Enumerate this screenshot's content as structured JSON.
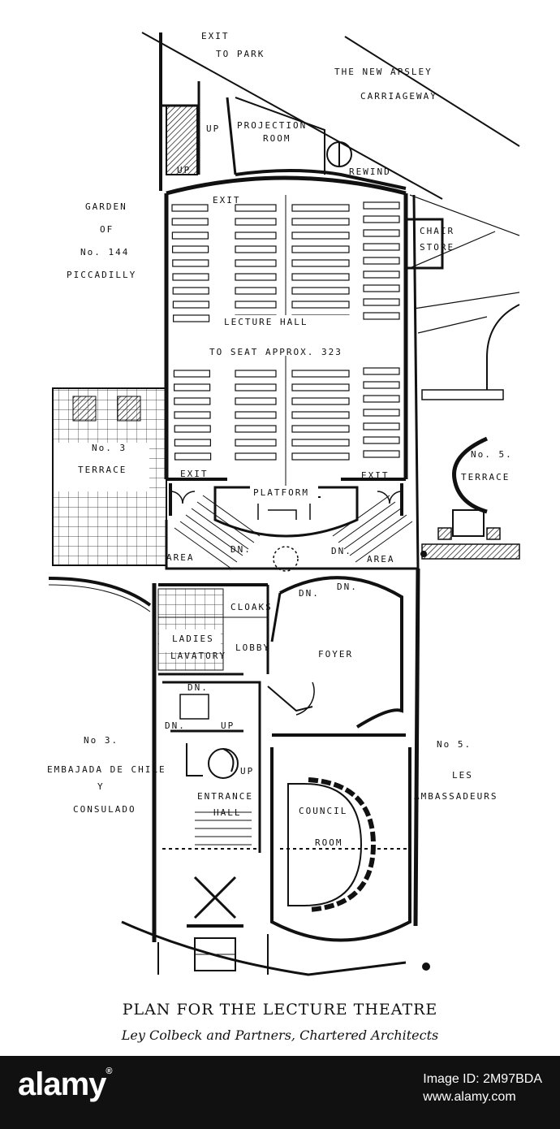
{
  "labels": {
    "exit_to_park_1": "EXIT",
    "exit_to_park_2": "TO PARK",
    "apsley_1": "THE NEW APSLEY",
    "apsley_2": "CARRIAGEWAY",
    "projection_1": "PROJECTION",
    "projection_2": "ROOM",
    "rewind": "REWIND",
    "up_top": "UP",
    "up_stair": "UP",
    "exit_top": "EXIT",
    "garden_1": "GARDEN",
    "garden_2": "OF",
    "garden_3": "No. 144",
    "garden_4": "PICCADILLY",
    "chair_1": "CHAIR",
    "chair_2": "STORE",
    "hall_1": "LECTURE HALL",
    "hall_2": "TO SEAT APPROX. 323",
    "terrace3_1": "No. 3",
    "terrace3_2": "TERRACE",
    "terrace5_1": "No. 5.",
    "terrace5_2": "TERRACE",
    "exit_left": "EXIT",
    "exit_right": "EXIT",
    "platform": "PLATFORM",
    "area_left": "AREA",
    "area_right": "AREA",
    "dn_1": "DN.",
    "dn_2": "DN.",
    "dn_3": "DN.",
    "dn_4": "DN.",
    "dn_5": "DN.",
    "dn_6": "DN.",
    "up_6": "UP",
    "up_7": "UP",
    "cloaks": "CLOAKS",
    "ladies_1": "LADIES",
    "ladies_2": "LAVATORY",
    "lobby": "LOBBY",
    "foyer": "FOYER",
    "chile_1": "No 3.",
    "chile_2": "EMBAJADA DE CHILE",
    "chile_3": "Y",
    "chile_4": "CONSULADO",
    "amb_1": "No 5.",
    "amb_2": "LES",
    "amb_3": "AMBASSADEURS",
    "entrance_1": "ENTRANCE",
    "entrance_2": "HALL",
    "council_1": "COUNCIL",
    "council_2": "ROOM"
  },
  "caption": {
    "title": "PLAN FOR THE LECTURE THEATRE",
    "subtitle": "Ley Colbeck and Partners, Chartered Architects"
  },
  "footer": {
    "logo": "alamy",
    "image_id_label": "Image ID: 2M97BDA",
    "site": "www.alamy.com"
  },
  "colors": {
    "ink": "#111111",
    "paper": "#ffffff",
    "footer_bg": "#111111"
  }
}
